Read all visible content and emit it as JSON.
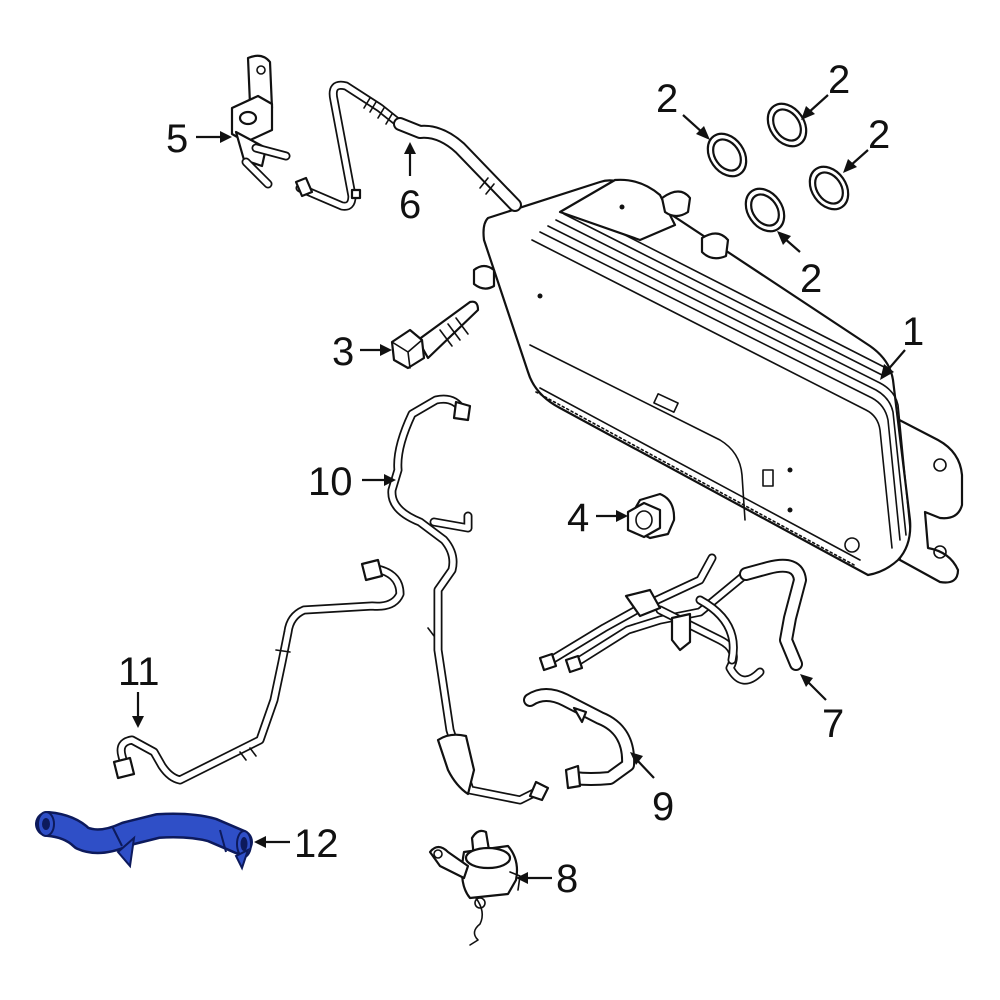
{
  "colors": {
    "background": "#ffffff",
    "line_art": "#111111",
    "highlight_fill": "#2f4fc7",
    "highlight_outline": "#0d1a5c"
  },
  "highlighted_part": "12",
  "callouts": [
    {
      "id": "c1",
      "label": "1"
    },
    {
      "id": "c2a",
      "label": "2"
    },
    {
      "id": "c2b",
      "label": "2"
    },
    {
      "id": "c2c",
      "label": "2"
    },
    {
      "id": "c2d",
      "label": "2"
    },
    {
      "id": "c3",
      "label": "3"
    },
    {
      "id": "c4",
      "label": "4"
    },
    {
      "id": "c5",
      "label": "5"
    },
    {
      "id": "c6",
      "label": "6"
    },
    {
      "id": "c7",
      "label": "7"
    },
    {
      "id": "c8",
      "label": "8"
    },
    {
      "id": "c9",
      "label": "9"
    },
    {
      "id": "c10",
      "label": "10"
    },
    {
      "id": "c11",
      "label": "11"
    },
    {
      "id": "c12",
      "label": "12"
    }
  ]
}
